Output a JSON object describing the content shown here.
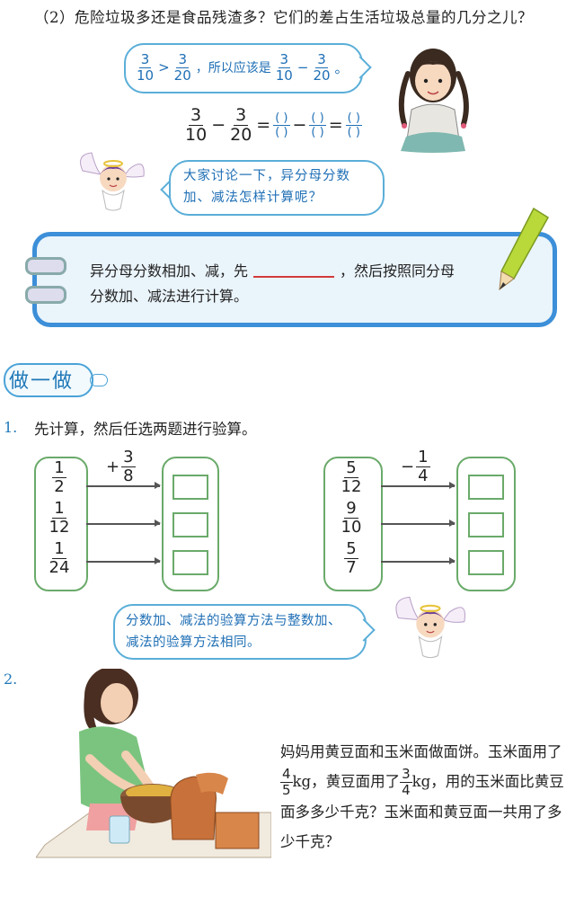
{
  "part2": {
    "question": "（2）危险垃圾多还是食品残渣多？它们的差占生活垃圾总量的几分之儿？",
    "bubble": {
      "f1": {
        "n": "3",
        "d": "10"
      },
      "gt": ">",
      "f2": {
        "n": "3",
        "d": "20"
      },
      "text": "，所以应该是",
      "f3": {
        "n": "3",
        "d": "10"
      },
      "minus": "−",
      "f4": {
        "n": "3",
        "d": "20"
      },
      "end": "。"
    },
    "equation": {
      "f1": {
        "n": "3",
        "d": "10"
      },
      "f2": {
        "n": "3",
        "d": "20"
      },
      "minus": "−",
      "eq": "=",
      "blank": "( )"
    },
    "discuss_text": "大家讨论一下，异分母分数加、减法怎样计算呢？"
  },
  "rule": {
    "text_before": "异分母分数相加、减，先",
    "text_after": "，然后按照同分母",
    "line2": "分数加、减法进行计算。"
  },
  "do_it": {
    "title": "做一做",
    "q1": {
      "number": "1.",
      "text": "先计算，然后任选两题进行验算。",
      "left": {
        "op": {
          "sign": "+",
          "n": "3",
          "d": "8"
        },
        "items": [
          {
            "n": "1",
            "d": "2"
          },
          {
            "n": "1",
            "d": "12"
          },
          {
            "n": "1",
            "d": "24"
          }
        ]
      },
      "right": {
        "op": {
          "sign": "−",
          "n": "1",
          "d": "4"
        },
        "items": [
          {
            "n": "5",
            "d": "12"
          },
          {
            "n": "9",
            "d": "10"
          },
          {
            "n": "5",
            "d": "7"
          }
        ]
      },
      "tip": "分数加、减法的验算方法与整数加、减法的验算方法相同。"
    },
    "q2": {
      "number": "2.",
      "text_a": "妈妈用黄豆面和玉米面做面饼。玉米面用了",
      "f1": {
        "n": "4",
        "d": "5"
      },
      "unit1": "kg，黄豆面用了",
      "f2": {
        "n": "3",
        "d": "4"
      },
      "unit2": "kg，用的玉米面比黄豆面多多少千克？玉米面和黄豆面一共用了多少千克？"
    }
  },
  "colors": {
    "bubble_border": "#5aaed8",
    "rule_border": "#3c8fd8",
    "rule_fill": "#eaf4fb",
    "blank_line": "#d23b3b",
    "box_border": "#6aaa6a"
  }
}
